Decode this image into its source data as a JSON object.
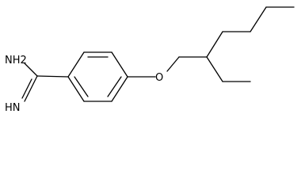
{
  "molecule": {
    "atom_labels": {
      "amine": "NH2",
      "imine": "HN",
      "ether_oxygen": "O"
    }
  }
}
